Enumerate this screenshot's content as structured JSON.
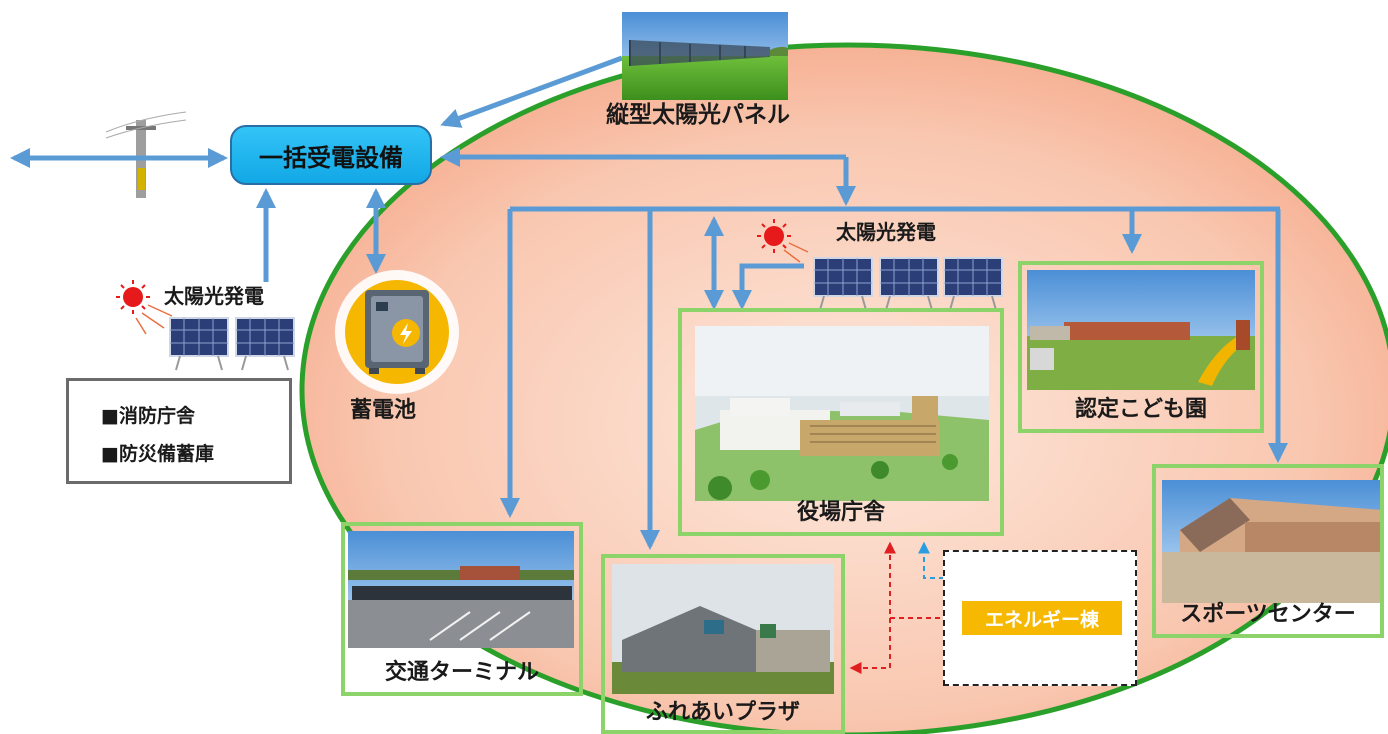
{
  "hub": {
    "label": "一括受電設備"
  },
  "vertical_solar": {
    "label": "縦型太陽光パネル"
  },
  "solar_left": {
    "label": "太陽光発電"
  },
  "solar_center": {
    "label": "太陽光発電"
  },
  "battery": {
    "label": "蓄電池"
  },
  "disaster_list": {
    "items": [
      "■消防庁舎",
      "■防災備蓄庫"
    ]
  },
  "buildings": {
    "town_hall": "役場庁舎",
    "kindergarten": "認定こども園",
    "sports_center": "スポーツセンター",
    "transit_terminal": "交通ターミナル",
    "fureai_plaza": "ふれあいプラザ",
    "energy_building": "エネルギー棟"
  },
  "colors": {
    "flow_arrow": "#5b9bd5",
    "zone_fill": "#f7b9a0",
    "zone_border": "#2aa02a",
    "box_border": "#8cd46a",
    "hub_fill": "#1cb3ec",
    "energy_tag": "#f6b800",
    "red_dashed": "#e02020",
    "blue_dashed": "#2a9de0"
  }
}
